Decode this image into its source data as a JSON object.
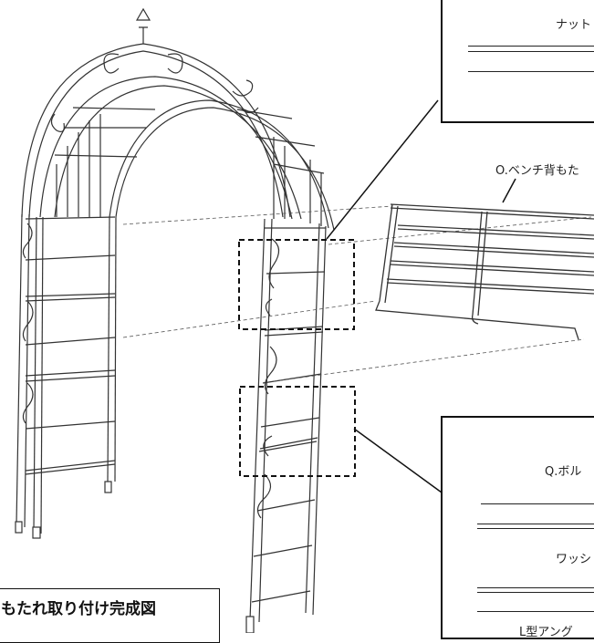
{
  "top_callout": {
    "nut_label": "ナット"
  },
  "bench_part_label": "O.ベンチ背もた",
  "bottom_callout": {
    "bolt_label": "Q.ボル",
    "washer_label": "ワッシ",
    "bracket_label": "L型アング"
  },
  "left_callout": {
    "title": "もたれ取り付け完成図"
  }
}
